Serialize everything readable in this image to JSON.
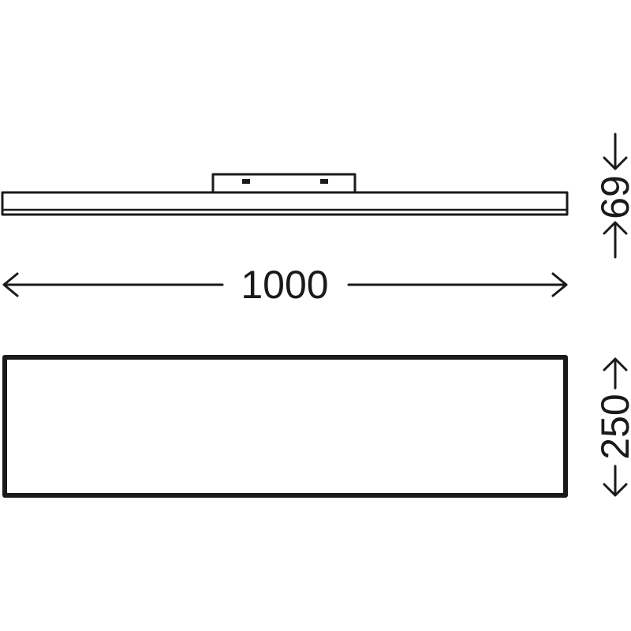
{
  "dimensions": {
    "height": "69",
    "width": "1000",
    "depth": "250"
  },
  "colors": {
    "line": "#1a1a1a",
    "background": "#ffffff"
  }
}
